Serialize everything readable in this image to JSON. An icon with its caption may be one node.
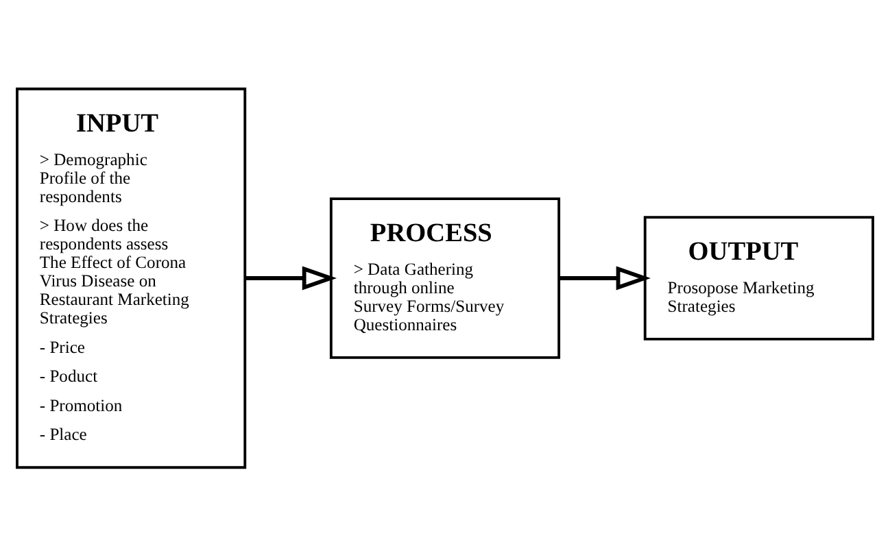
{
  "diagram": {
    "nodes": [
      {
        "text": [
          "INPUT",
          "> Demographic Profile of the respondents",
          "> How does the respondents assess The Effect of Corona Virus Disease on Restaurant Marketing Strategies",
          "- Price",
          "- Poduct",
          "- Promotion",
          "- Place"
        ]
      },
      {
        "text": [
          "PROCESS",
          "> Data Gathering through online Survey Forms/Survey Questionnaires"
        ]
      },
      {
        "text": [
          "OUTPUT",
          "Prosopose Marketing Strategies"
        ]
      }
    ],
    "edges": [
      {
        "from": 0,
        "to": 1,
        "arrow": "to"
      },
      {
        "from": 1,
        "to": 2,
        "arrow": "to"
      }
    ]
  }
}
